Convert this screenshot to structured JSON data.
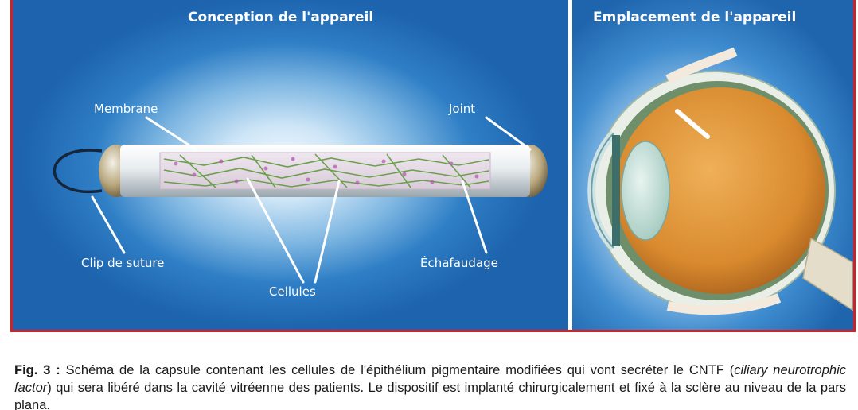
{
  "panels": {
    "left_title": "Conception de l'appareil",
    "right_title": "Emplacement de l'appareil"
  },
  "labels": {
    "membrane": "Membrane",
    "joint": "Joint",
    "clip": "Clip de suture",
    "cellules": "Cellules",
    "echafaudage": "Échafaudage"
  },
  "caption": {
    "fig_label": "Fig. 3 :",
    "text_part1": " Schéma de la capsule contenant les cellules de l'épithélium pigmentaire modifiées qui vont secréter le CNTF (",
    "italic": "ciliary neurotrophic factor",
    "text_part2": ") qui sera libéré dans la cavité vitréenne des patients. Le dispositif est implanté chirurgicalement et fixé à la sclère au niveau de la pars plana."
  },
  "colors": {
    "border": "#c8262c",
    "panel_blue": "#1d63ad",
    "eye_orange": "#d98a2e"
  }
}
